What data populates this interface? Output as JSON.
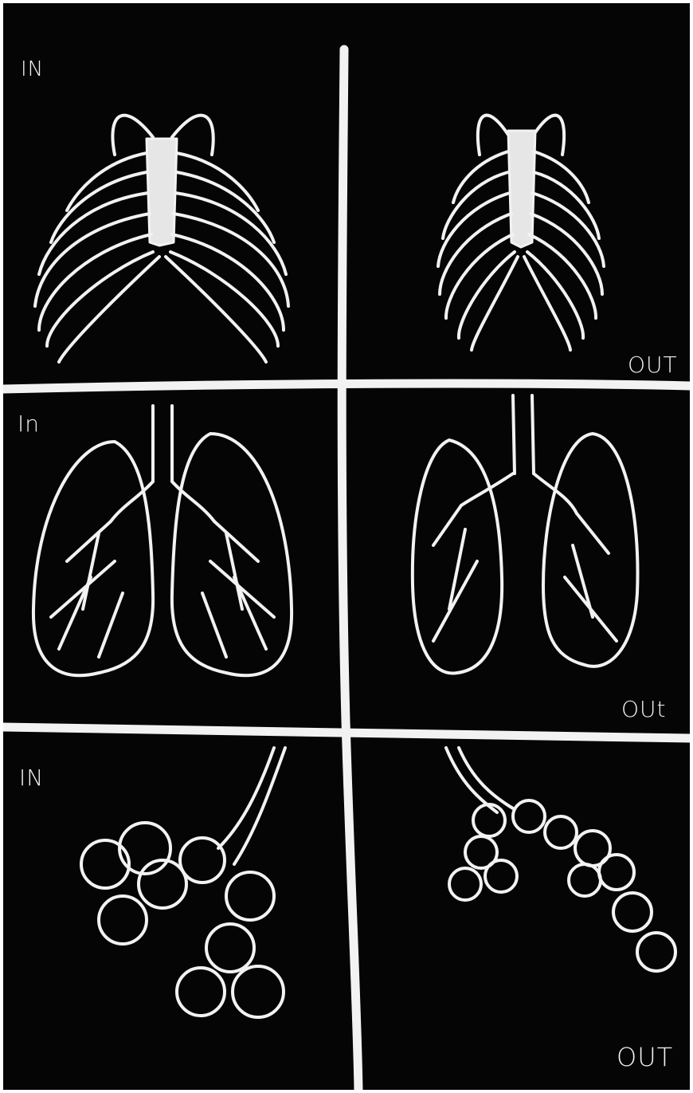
{
  "panels": [
    {
      "stage": "ribcage",
      "state": "inhale",
      "label": "IN"
    },
    {
      "stage": "ribcage",
      "state": "exhale",
      "label": "OUT"
    },
    {
      "stage": "lungs",
      "state": "inhale",
      "label": "In"
    },
    {
      "stage": "lungs",
      "state": "exhale",
      "label": "OUt"
    },
    {
      "stage": "alveoli",
      "state": "inhale",
      "label": "IN"
    },
    {
      "stage": "alveoli",
      "state": "exhale",
      "label": "OUT"
    }
  ],
  "colors": {
    "background": "#050505",
    "ink": "#f2f2f2",
    "frame": "#ffffff"
  }
}
